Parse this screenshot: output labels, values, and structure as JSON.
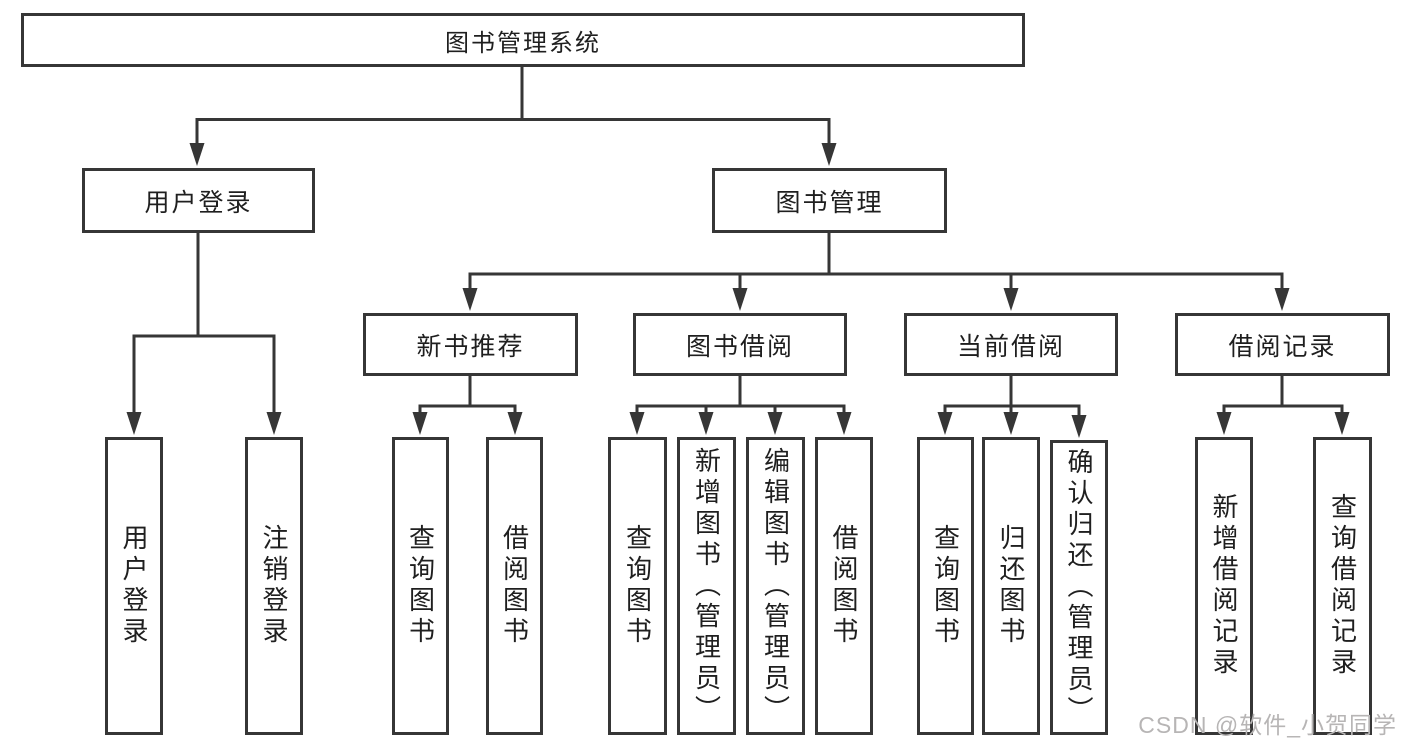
{
  "diagram": {
    "root": {
      "label": "图书管理系统"
    },
    "branches": [
      {
        "label": "用户登录",
        "children": [
          {
            "label": "用户登录"
          },
          {
            "label": "注销登录"
          }
        ]
      },
      {
        "label": "图书管理",
        "children": [
          {
            "label": "新书推荐",
            "children": [
              {
                "label": "查询图书"
              },
              {
                "label": "借阅图书"
              }
            ]
          },
          {
            "label": "图书借阅",
            "children": [
              {
                "label": "查询图书"
              },
              {
                "label": "新增图书（管理员）"
              },
              {
                "label": "编辑图书（管理员）"
              },
              {
                "label": "借阅图书"
              }
            ]
          },
          {
            "label": "当前借阅",
            "children": [
              {
                "label": "查询图书"
              },
              {
                "label": "归还图书"
              },
              {
                "label": "确认归还（管理员）"
              }
            ]
          },
          {
            "label": "借阅记录",
            "children": [
              {
                "label": "新增借阅记录"
              },
              {
                "label": "查询借阅记录"
              }
            ]
          }
        ]
      }
    ],
    "watermark": "CSDN @软件_小贺同学",
    "colors": {
      "line": "#363636",
      "text": "#1f1f1f",
      "background": "#ffffff",
      "watermark": "#b7b5b5"
    }
  }
}
